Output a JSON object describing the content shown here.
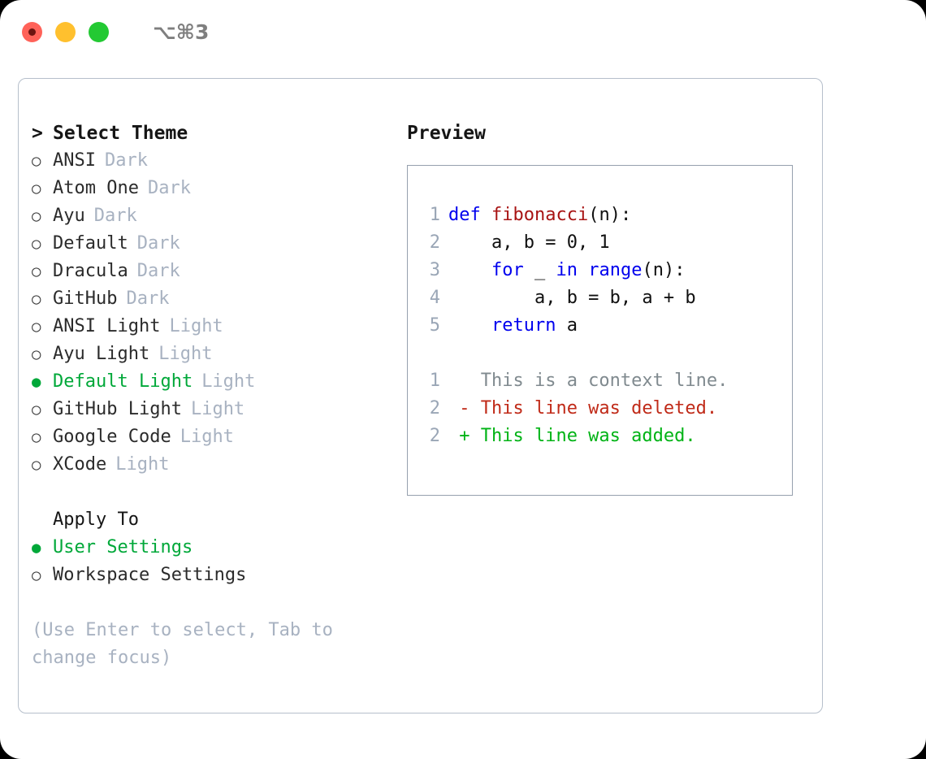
{
  "titlebar": {
    "shortcut": "⌥⌘3",
    "buttons": [
      {
        "name": "close",
        "color": "#ff6259"
      },
      {
        "name": "minimize",
        "color": "#ffc02e"
      },
      {
        "name": "zoom",
        "color": "#23c933"
      }
    ]
  },
  "theme_menu": {
    "header": "Select Theme",
    "header_marker": ">",
    "marker_selected": "●",
    "marker_unselected": "○",
    "items": [
      {
        "label": "ANSI",
        "tag": "Dark",
        "selected": false
      },
      {
        "label": "Atom One",
        "tag": "Dark",
        "selected": false
      },
      {
        "label": "Ayu",
        "tag": "Dark",
        "selected": false
      },
      {
        "label": "Default",
        "tag": "Dark",
        "selected": false
      },
      {
        "label": "Dracula",
        "tag": "Dark",
        "selected": false
      },
      {
        "label": "GitHub",
        "tag": "Dark",
        "selected": false
      },
      {
        "label": "ANSI Light",
        "tag": "Light",
        "selected": false
      },
      {
        "label": "Ayu Light",
        "tag": "Light",
        "selected": false
      },
      {
        "label": "Default Light",
        "tag": "Light",
        "selected": true
      },
      {
        "label": "GitHub Light",
        "tag": "Light",
        "selected": false
      },
      {
        "label": "Google Code",
        "tag": "Light",
        "selected": false
      },
      {
        "label": "XCode",
        "tag": "Light",
        "selected": false
      }
    ]
  },
  "apply_to": {
    "title": "Apply To",
    "items": [
      {
        "label": "User Settings",
        "selected": true
      },
      {
        "label": "Workspace Settings",
        "selected": false
      }
    ]
  },
  "hint": "(Use Enter to select, Tab to change focus)",
  "preview": {
    "title": "Preview",
    "code_lines": [
      {
        "number": "1",
        "tokens": [
          {
            "text": "def ",
            "style": "kw"
          },
          {
            "text": "fibonacci",
            "style": "fn"
          },
          {
            "text": "(n):",
            "style": "pl"
          }
        ]
      },
      {
        "number": "2",
        "tokens": [
          {
            "text": "    a, b = 0, 1",
            "style": "pl"
          }
        ]
      },
      {
        "number": "3",
        "tokens": [
          {
            "text": "    ",
            "style": "pl"
          },
          {
            "text": "for",
            "style": "kw"
          },
          {
            "text": " _ ",
            "style": "pl"
          },
          {
            "text": "in",
            "style": "kw"
          },
          {
            "text": " ",
            "style": "pl"
          },
          {
            "text": "range",
            "style": "kw"
          },
          {
            "text": "(n):",
            "style": "pl"
          }
        ]
      },
      {
        "number": "4",
        "tokens": [
          {
            "text": "        a, b = b, a + b",
            "style": "pl"
          }
        ]
      },
      {
        "number": "5",
        "tokens": [
          {
            "text": "    ",
            "style": "pl"
          },
          {
            "text": "return",
            "style": "kw"
          },
          {
            "text": " a",
            "style": "pl"
          }
        ]
      }
    ],
    "diff_lines": [
      {
        "number": "1",
        "sign": " ",
        "text": "This is a context line.",
        "style": "ctx"
      },
      {
        "number": "2",
        "sign": "-",
        "text": "This line was deleted.",
        "style": "del"
      },
      {
        "number": "2",
        "sign": "+",
        "text": "This line was added.",
        "style": "add"
      }
    ]
  },
  "colors": {
    "accent_green": "#00a839",
    "muted": "#a8b2c1",
    "keyword": "#0000ee",
    "function": "#a81414",
    "diff_added": "#00b315",
    "diff_deleted": "#c02a18",
    "border": "#b6bfcb"
  }
}
